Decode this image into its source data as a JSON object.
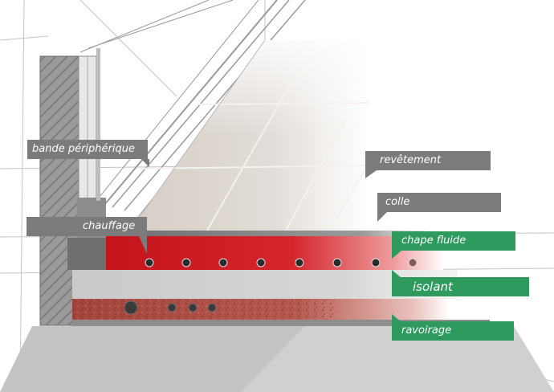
{
  "labels": {
    "bande": "bande périphérique",
    "revetement": "revêtement",
    "colle": "colle",
    "chauffage": "chauffage",
    "chape": "chape fluide",
    "isolant": "isolant",
    "ravoirage": "ravoirage"
  },
  "colors": {
    "callout_gray": "#7b7b7b",
    "callout_green": "#2e9a5e",
    "chape_red": "#c8141a",
    "isolant_gray": "#cdcdcd",
    "ravoirage_red": "#a8453c",
    "tile": "#d9d3cc"
  }
}
